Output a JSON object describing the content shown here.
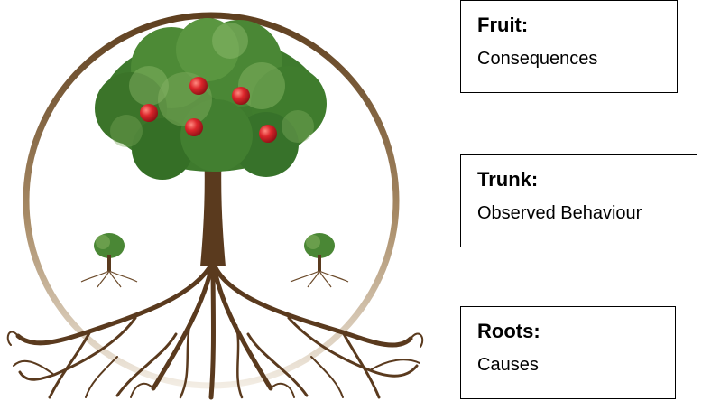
{
  "labels": [
    {
      "id": "fruit",
      "title": "Fruit:",
      "description": "Consequences"
    },
    {
      "id": "trunk",
      "title": "Trunk:",
      "description": "Observed Behaviour"
    },
    {
      "id": "roots",
      "title": "Roots:",
      "description": "Causes"
    }
  ],
  "colors": {
    "foliage": "#3f7a2e",
    "foliage_light": "#7aa85a",
    "trunk": "#5a3a1e",
    "apple": "#d8252b",
    "ring_top": "#6b4a26",
    "ring_bottom": "#e2d6c4",
    "box_border": "#000000"
  },
  "icons": [
    "tree-illustration",
    "apple-icon",
    "small-tree-icon",
    "ring-icon"
  ]
}
